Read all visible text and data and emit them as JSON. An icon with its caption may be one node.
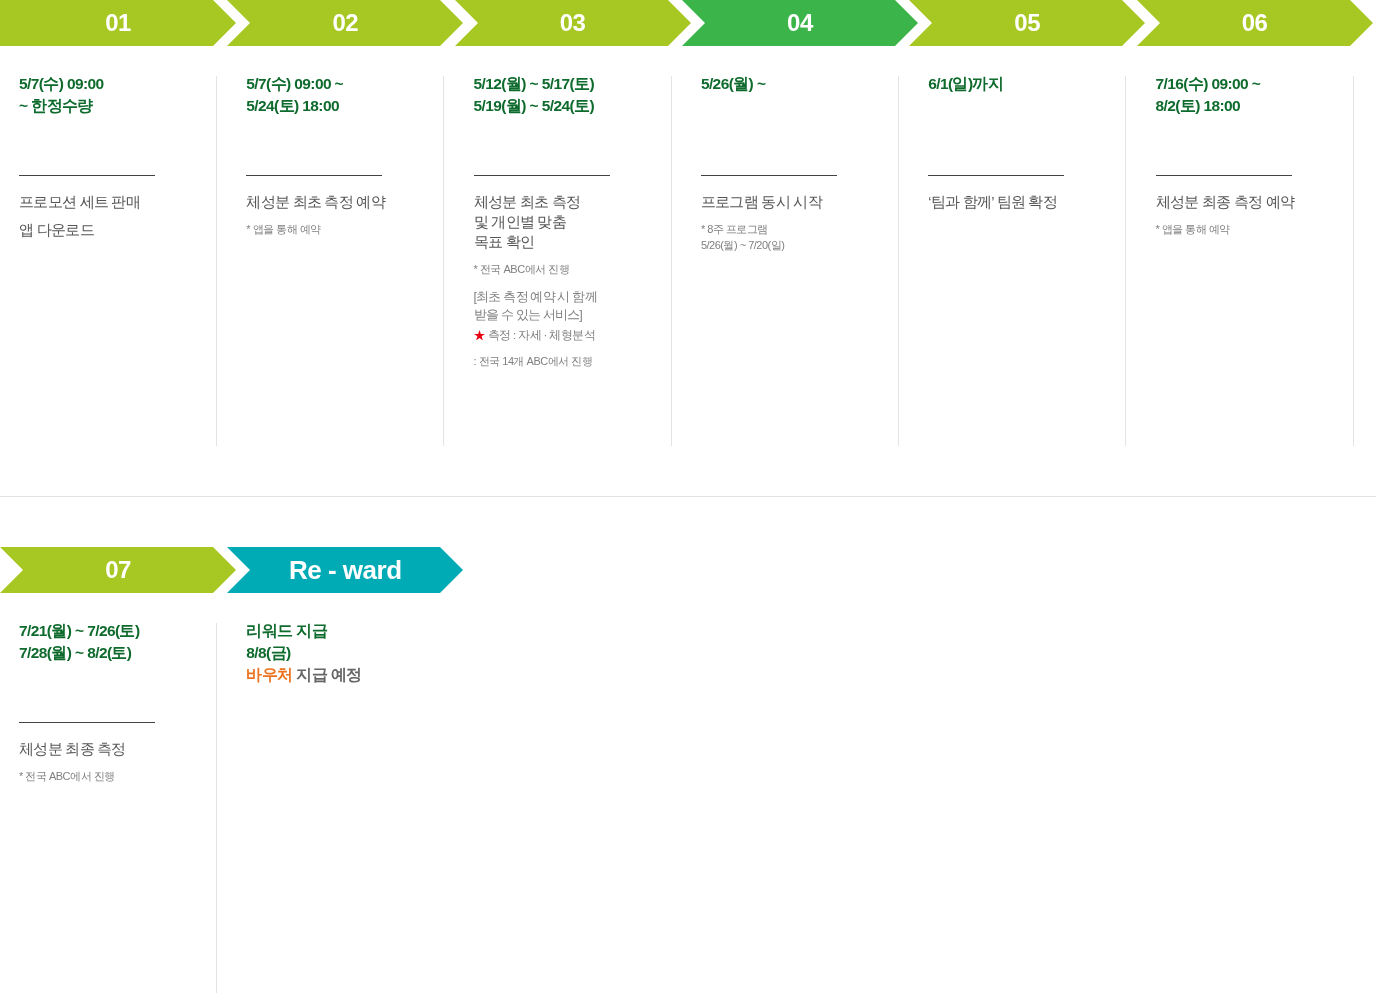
{
  "diagram": {
    "nodes": [
      {
        "text": [
          "01"
        ],
        "beside": [
          "5/7(수) 09:00 ~ 한정수량",
          "프로모션 세트 판매",
          "앱 다운로드"
        ]
      },
      {
        "text": [
          "02"
        ],
        "beside": [
          "5/7(수) 09:00 ~ 5/24(토) 18:00",
          "체성분 최초 측정 예약",
          "* 앱을 통해 예약"
        ]
      },
      {
        "text": [
          "03"
        ],
        "beside": [
          "5/12(월) ~ 5/17(토)",
          "5/19(월) ~ 5/24(토)",
          "체성분 최초 측정 및 개인별 맞춤 목표 확인",
          "* 전국 ABC에서 진행",
          "[최초 측정 예약 시 함께 받을 수 있는 서비스]",
          "측정 : 자세 · 체형분석",
          ": 전국 14개 ABC에서 진행"
        ]
      },
      {
        "text": [
          "04"
        ],
        "beside": [
          "5/26(월) ~",
          "프로그램 동시 시작",
          "* 8주 프로그램 5/26(월) ~ 7/20(일)"
        ]
      },
      {
        "text": [
          "05"
        ],
        "beside": [
          "6/1(일)까지"
        ]
      },
      {
        "text": [
          "06"
        ],
        "beside": [
          "7/16(수) 09:00 ~ 8/2(토) 18:00",
          "체성분 최종 측정 예약",
          "* 앱을 통해 예약"
        ]
      },
      {
        "text": [
          "07"
        ],
        "beside": [
          "7/21(월) ~ 7/26(토)",
          "7/28(월) ~ 8/2(토)",
          "체성분 최종 측정",
          "* 전국 ABC에서 진행"
        ]
      },
      {
        "text": [
          "Re - ward"
        ],
        "beside": [
          "리워드 지급",
          "8/8(금)",
          "**바우처** 지급 예정"
        ]
      }
    ],
    "labels": [
      "‘팀과 함께’ 팀원 확정"
    ]
  }
}
